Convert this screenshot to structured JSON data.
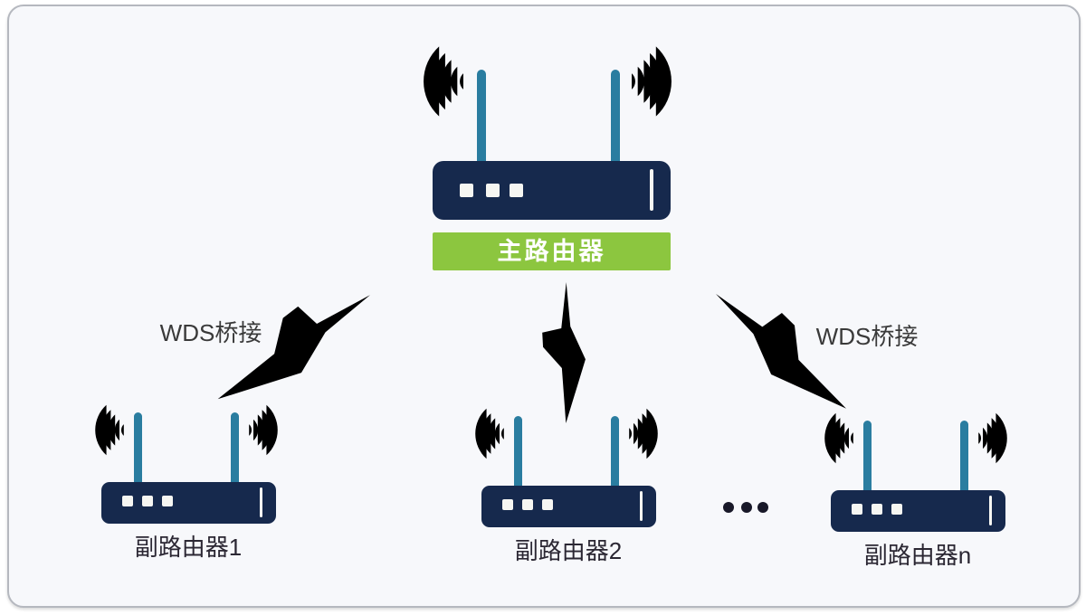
{
  "diagram": {
    "main_router": {
      "label": "主路由器"
    },
    "sub_routers": [
      {
        "label": "副路由器1"
      },
      {
        "label": "副路由器2"
      },
      {
        "label": "副路由器n"
      }
    ],
    "links": [
      {
        "label": "WDS桥接"
      },
      {
        "label": ""
      },
      {
        "label": "WDS桥接"
      }
    ],
    "ellipsis_icon": "ellipsis-dots"
  },
  "colors": {
    "router_body": "#16294d",
    "antenna": "#2a7da0",
    "wifi_wave": "#29a8e2",
    "bolt": "#2b7a99",
    "label_green_bg": "#8cc63f",
    "label_green_text": "#ffffff",
    "text_dark": "#2b2733",
    "frame_border": "#b5b8bf",
    "canvas_bg": "#f7f8fb"
  }
}
